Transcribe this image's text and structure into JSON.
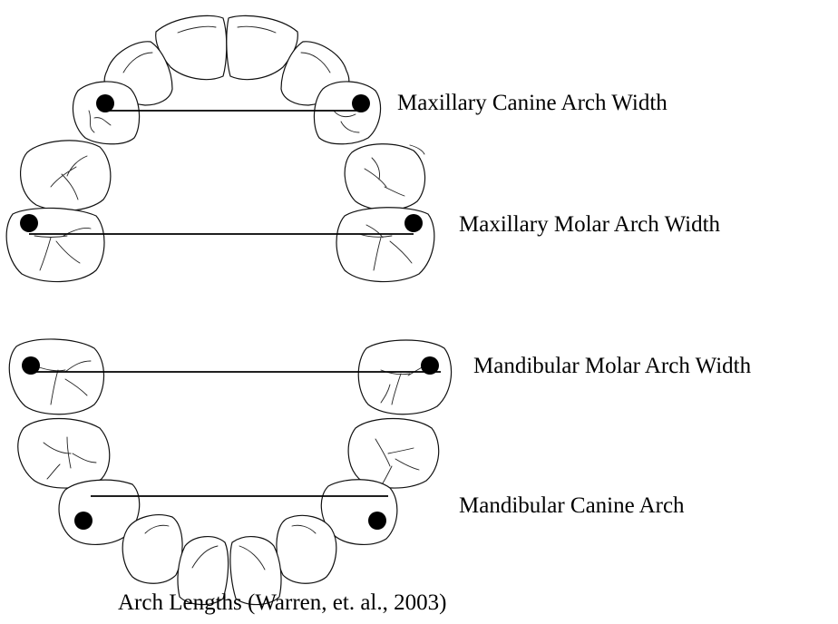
{
  "labels": {
    "maxillary_canine": "Maxillary Canine Arch Width",
    "maxillary_molar": "Maxillary Molar Arch Width",
    "mandibular_molar": "Mandibular Molar Arch Width",
    "mandibular_canine": "Mandibular Canine Arch"
  },
  "caption": "Arch Lengths (Warren, et. al., 2003)",
  "colors": {
    "stroke": "#000000",
    "background": "#ffffff"
  }
}
